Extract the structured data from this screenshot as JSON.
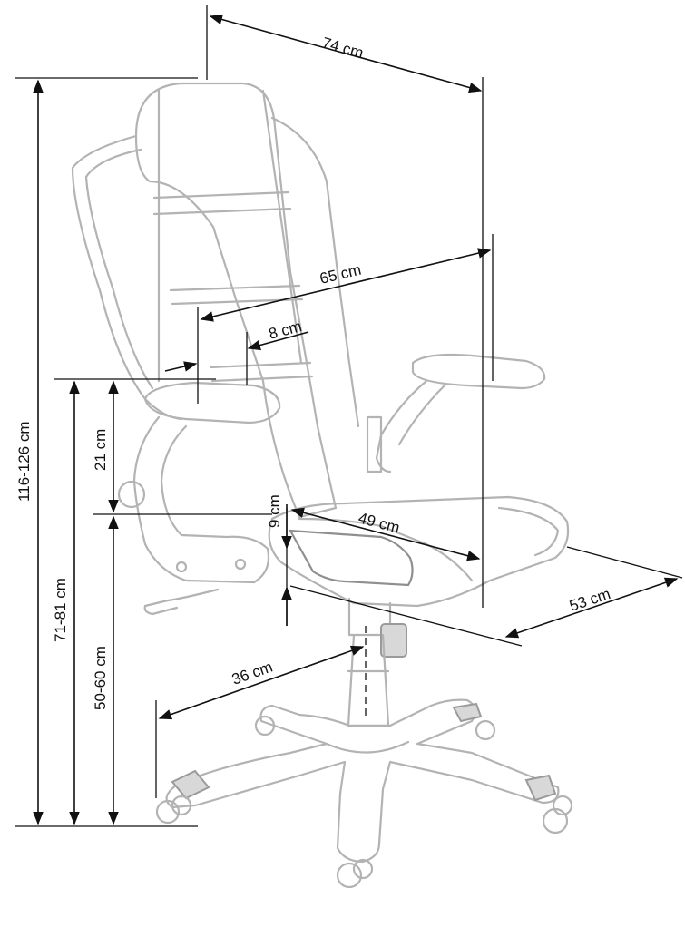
{
  "dimensions": {
    "width_top": "74 cm",
    "seat_width_arms": "65 cm",
    "armrest_width": "8 cm",
    "seat_depth": "49 cm",
    "seat_thickness": "9 cm",
    "overall_depth": "53 cm",
    "base_radius": "36 cm",
    "total_height": "116-126 cm",
    "armrest_height": "71-81 cm",
    "seat_height": "50-60 cm",
    "armrest_above_seat": "21 cm"
  },
  "colors": {
    "dimension_line": "#111111",
    "chair_outline": "#b3b3b3"
  }
}
